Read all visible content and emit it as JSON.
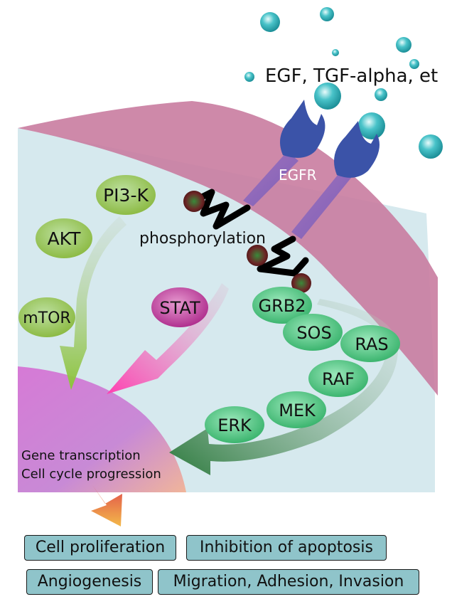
{
  "ligands_label": "EGF, TGF-alpha, et",
  "receptor_label": "EGFR",
  "phosphorylation_label": "phosphorylation",
  "proteins": {
    "pi3k": "PI3-K",
    "akt": "AKT",
    "mtor": "mTOR",
    "stat": "STAT",
    "grb2": "GRB2",
    "sos": "SOS",
    "ras": "RAS",
    "raf": "RAF",
    "mek": "MEK",
    "erk": "ERK"
  },
  "nucleus_lines": [
    "Gene transcription",
    "Cell cycle progression"
  ],
  "outcomes": [
    "Cell proliferation",
    "Inhibition of apoptosis",
    "Angiogenesis",
    "Migration, Adhesion, Invasion"
  ],
  "colors": {
    "cytoplasm": "#d6e9ee",
    "membrane": "#c97ca0",
    "receptor": "#3b53a8",
    "pi3k_pathway": "#a6c94d",
    "stat": "#c04aa0",
    "ras_pathway": "#4fc07e",
    "outcome_box": "#8fc4ca"
  }
}
